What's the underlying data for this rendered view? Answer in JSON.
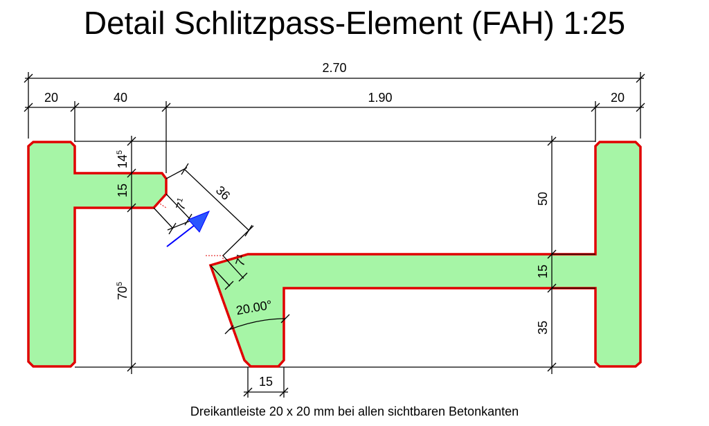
{
  "title": "Detail Schlitzpass-Element (FAH) 1:25",
  "footnote": "Dreikantleiste 20 x 20 mm bei allen sichtbaren Betonkanten",
  "dimensions": {
    "overall": "2.70",
    "left_flange": "20",
    "left_gap": "40",
    "middle": "1.90",
    "right_flange": "20",
    "upper_gap": {
      "base": "14",
      "sup": "5"
    },
    "left_arm": "15",
    "lower_left": {
      "base": "70",
      "sup": "5"
    },
    "diag_length": "36",
    "chamfer_top": {
      "base": "7",
      "sup": "1"
    },
    "chamfer_bottom": {
      "base": "7",
      "sup": "1"
    },
    "right_top": "50",
    "right_arm": "15",
    "right_bottom": "35",
    "angle": "20.00°",
    "bottom_width": "15"
  },
  "colors": {
    "fill": "#a6f5a6",
    "outline": "#e00000",
    "arrow": "#0000ff",
    "dimension": "#000000"
  },
  "icons": {
    "direction_arrow": "direction-arrow-icon"
  }
}
